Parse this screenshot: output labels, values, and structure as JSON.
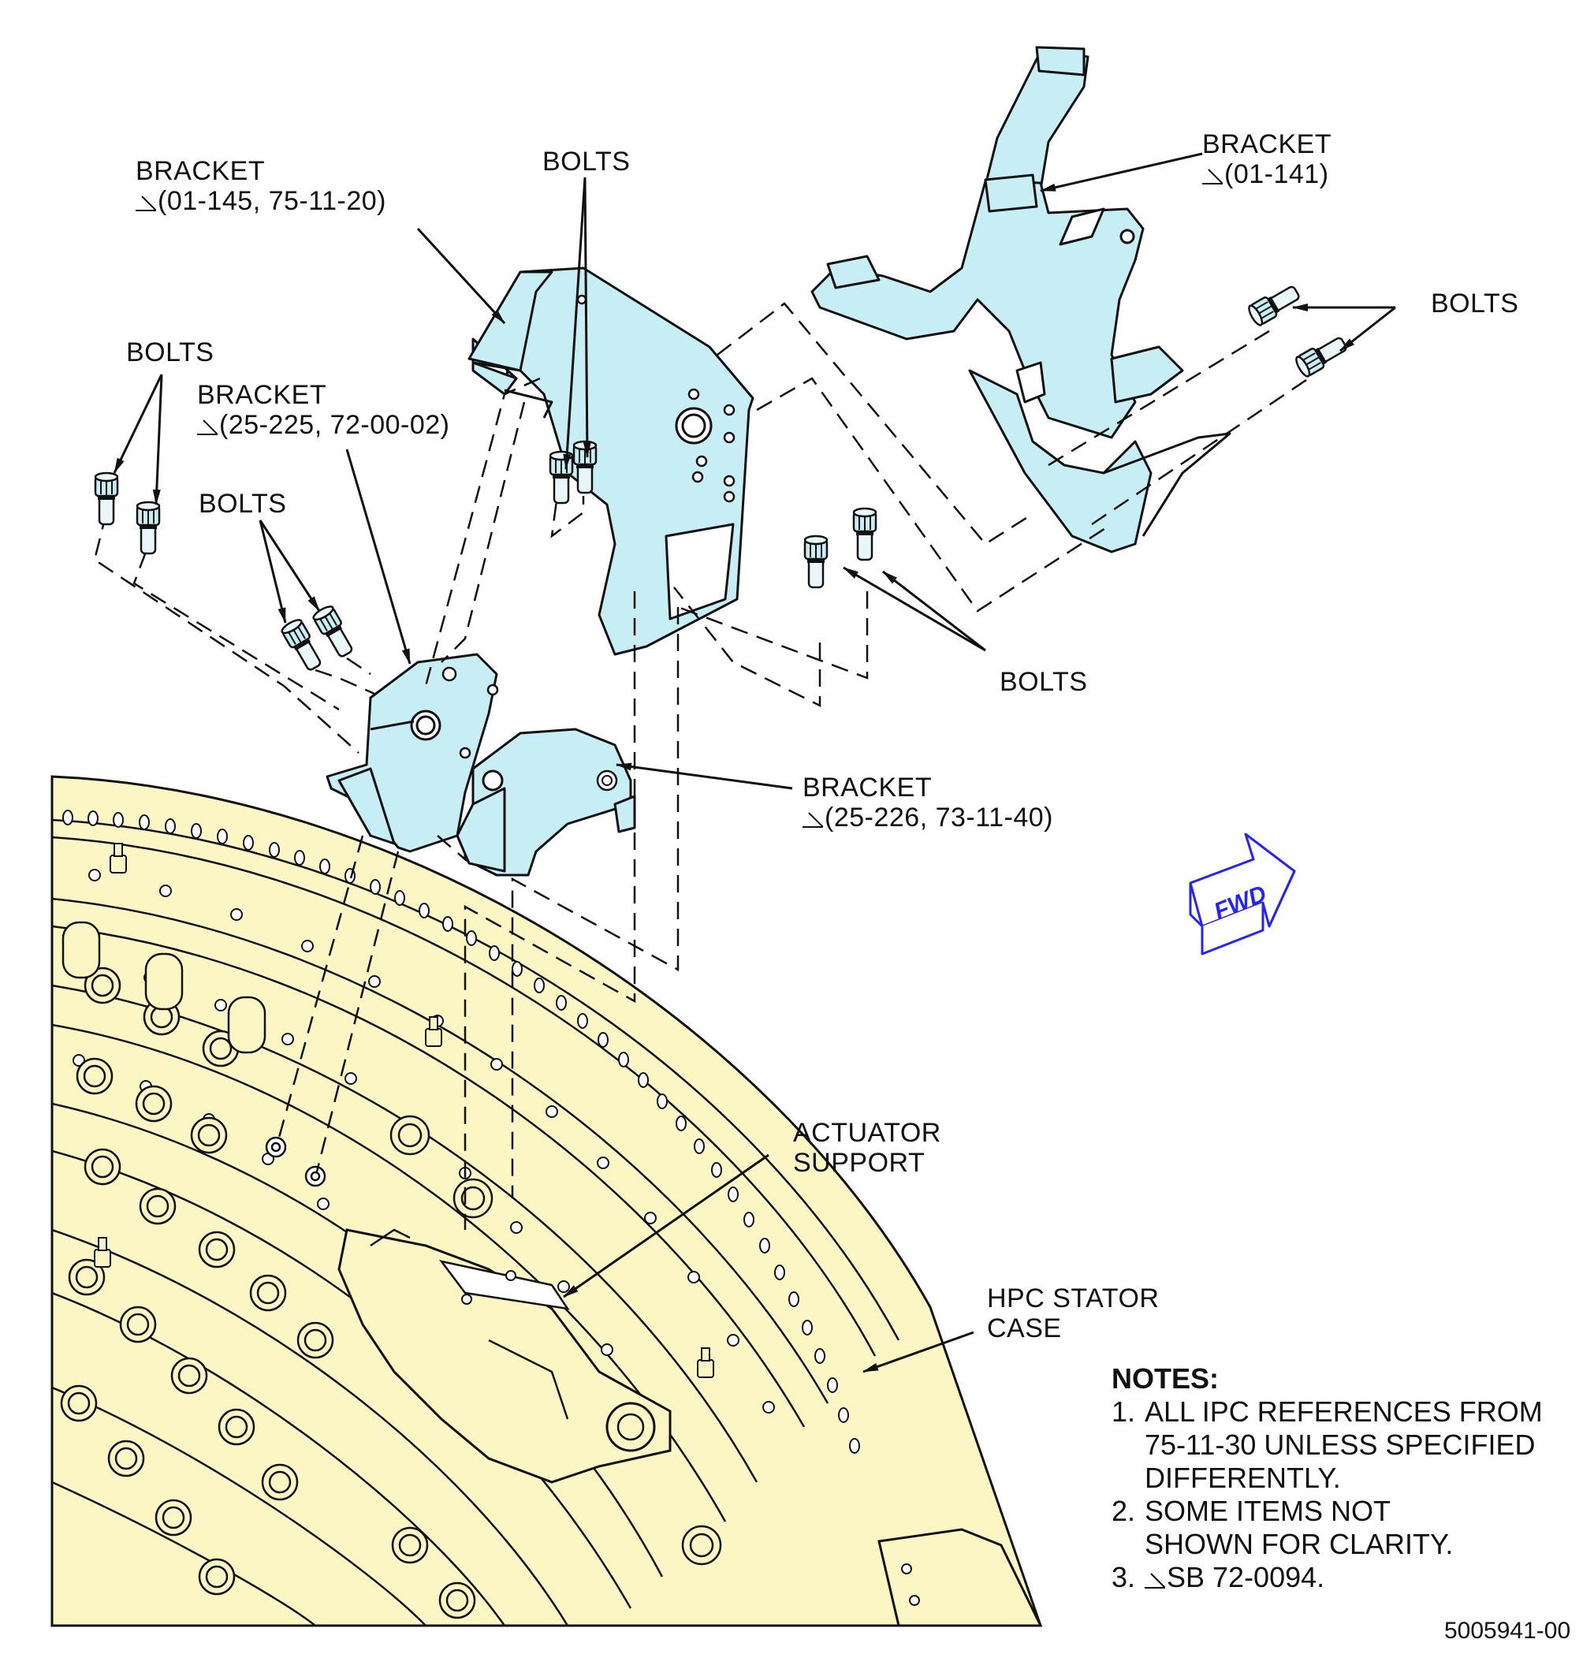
{
  "labels": {
    "bracket_top_right": {
      "title": "BRACKET",
      "ref": "(01-141)"
    },
    "bracket_center": {
      "title": "BRACKET",
      "ref": "(01-145, 75-11-20)"
    },
    "bracket_left": {
      "title": "BRACKET",
      "ref": "(25-225, 72-00-02)"
    },
    "bracket_lower": {
      "title": "BRACKET",
      "ref": "(25-226, 73-11-40)"
    },
    "bolts_center_top": "BOLTS",
    "bolts_far_left": "BOLTS",
    "bolts_left": "BOLTS",
    "bolts_right_top": "BOLTS",
    "bolts_right_mid": "BOLTS",
    "actuator_support": [
      "ACTUATOR",
      "SUPPORT"
    ],
    "hpc_stator_case": [
      "HPC STATOR",
      "CASE"
    ],
    "fwd": "FWD"
  },
  "notes": {
    "heading": "NOTES:",
    "items": [
      {
        "num": "1.",
        "lines": [
          "ALL IPC REFERENCES FROM",
          "75-11-30 UNLESS SPECIFIED",
          "DIFFERENTLY."
        ]
      },
      {
        "num": "2.",
        "lines": [
          "SOME ITEMS NOT",
          "SHOWN FOR CLARITY."
        ]
      },
      {
        "num": "3.",
        "lines": [
          "SB 72-0094."
        ]
      }
    ]
  },
  "document_number": "5005941-00",
  "colors": {
    "bracket_fill": "#c7eef4",
    "case_fill": "#fbf6c4",
    "line": "#111111",
    "fwd_arrow": "#2323ff"
  }
}
